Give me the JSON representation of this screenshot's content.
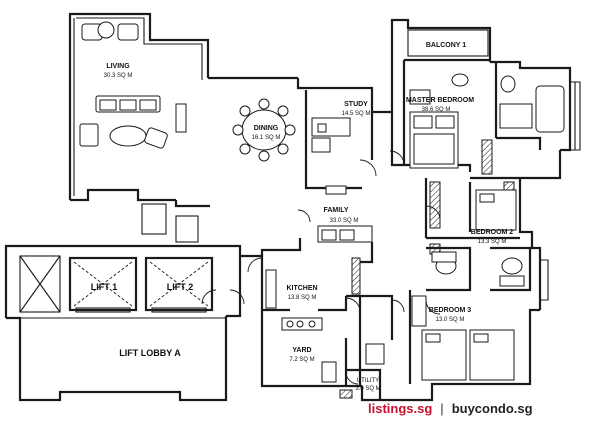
{
  "rooms": {
    "living": {
      "name": "LIVING",
      "area": "30.3 SQ M"
    },
    "dining": {
      "name": "DINING",
      "area": "16.1 SQ M"
    },
    "study": {
      "name": "STUDY",
      "area": "14.5 SQ M"
    },
    "master_bedroom": {
      "name": "MASTER BEDROOM",
      "area": "38.6 SQ M"
    },
    "balcony": {
      "name": "BALCONY 1"
    },
    "family": {
      "name": "FAMILY",
      "area": "33.0 SQ M"
    },
    "bedroom2": {
      "name": "BEDROOM 2",
      "area": "13.3 SQ M"
    },
    "bedroom3": {
      "name": "BEDROOM 3",
      "area": "13.0 SQ M"
    },
    "kitchen": {
      "name": "KITCHEN",
      "area": "13.8 SQ M"
    },
    "yard": {
      "name": "YARD",
      "area": "7.2 SQ M"
    },
    "utility": {
      "name": "UTILITY",
      "area": "3.0 SQ M"
    },
    "lift1": {
      "name": "LIFT 1"
    },
    "lift2": {
      "name": "LIFT 2"
    },
    "lift_lobby": {
      "name": "LIFT LOBBY A"
    }
  },
  "watermark": {
    "brand_a": "listings.sg",
    "separator": "|",
    "brand_b": "buycondo.sg"
  },
  "colors": {
    "line": "#1a1a1a",
    "brand_red": "#c8102e"
  }
}
